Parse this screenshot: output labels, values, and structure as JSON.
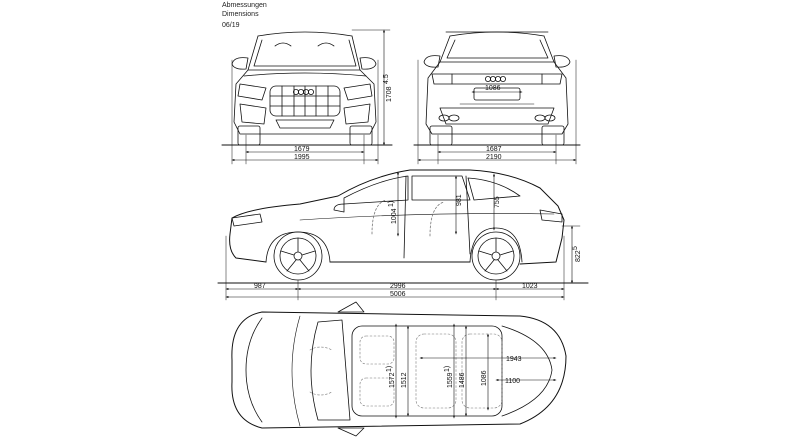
{
  "header": {
    "title_de": "Abmessungen",
    "title_en": "Dimensions",
    "date": "06/19"
  },
  "dimensions": {
    "front": {
      "track_front": "1679",
      "width": "1995",
      "height": "1708",
      "height_sup": "4.5"
    },
    "rear": {
      "trunk_opening": "1086",
      "track_rear": "1687",
      "width_mirrors": "2190"
    },
    "side": {
      "headroom_front": "1004",
      "headroom_front_sup": "1)",
      "headroom_rear": "981",
      "load_height": "755",
      "ground_to_sill": "822",
      "ground_to_sill_sup": "5",
      "overhang_front": "987",
      "wheelbase": "2996",
      "overhang_rear": "1023",
      "length": "5006"
    },
    "top": {
      "elbow_front": "1572",
      "elbow_front_sup": "1)",
      "shoulder_front": "1512",
      "elbow_rear": "1559",
      "elbow_rear_sup": "1)",
      "shoulder_rear": "1486",
      "trunk_width": "1086",
      "load_length": "1943",
      "trunk_floor": "1100"
    }
  },
  "colors": {
    "ink": "#111111",
    "background": "#ffffff",
    "hidden_lines": "#777777"
  }
}
